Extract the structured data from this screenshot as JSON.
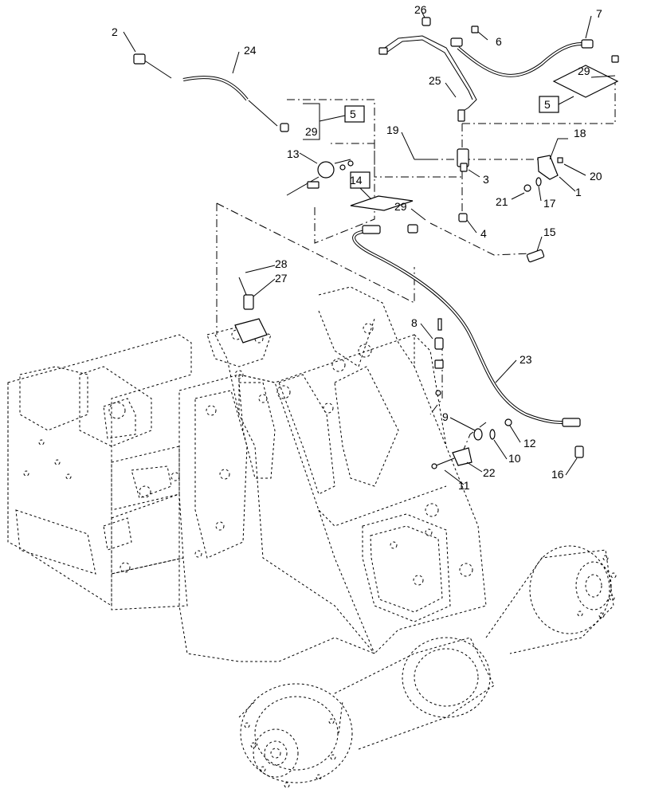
{
  "callouts": {
    "c1": "1",
    "c2": "2",
    "c3": "3",
    "c4": "4",
    "c5a": "5",
    "c5b": "5",
    "c6": "6",
    "c7": "7",
    "c8": "8",
    "c9": "9",
    "c10": "10",
    "c11": "11",
    "c12": "12",
    "c13": "13",
    "c14": "14",
    "c15": "15",
    "c16": "16",
    "c17": "17",
    "c18": "18",
    "c19": "19",
    "c20": "20",
    "c21": "21",
    "c22": "22",
    "c23": "23",
    "c24": "24",
    "c25": "25",
    "c26": "26",
    "c27": "27",
    "c28": "28",
    "c29a": "29",
    "c29b": "29",
    "c29c": "29"
  }
}
